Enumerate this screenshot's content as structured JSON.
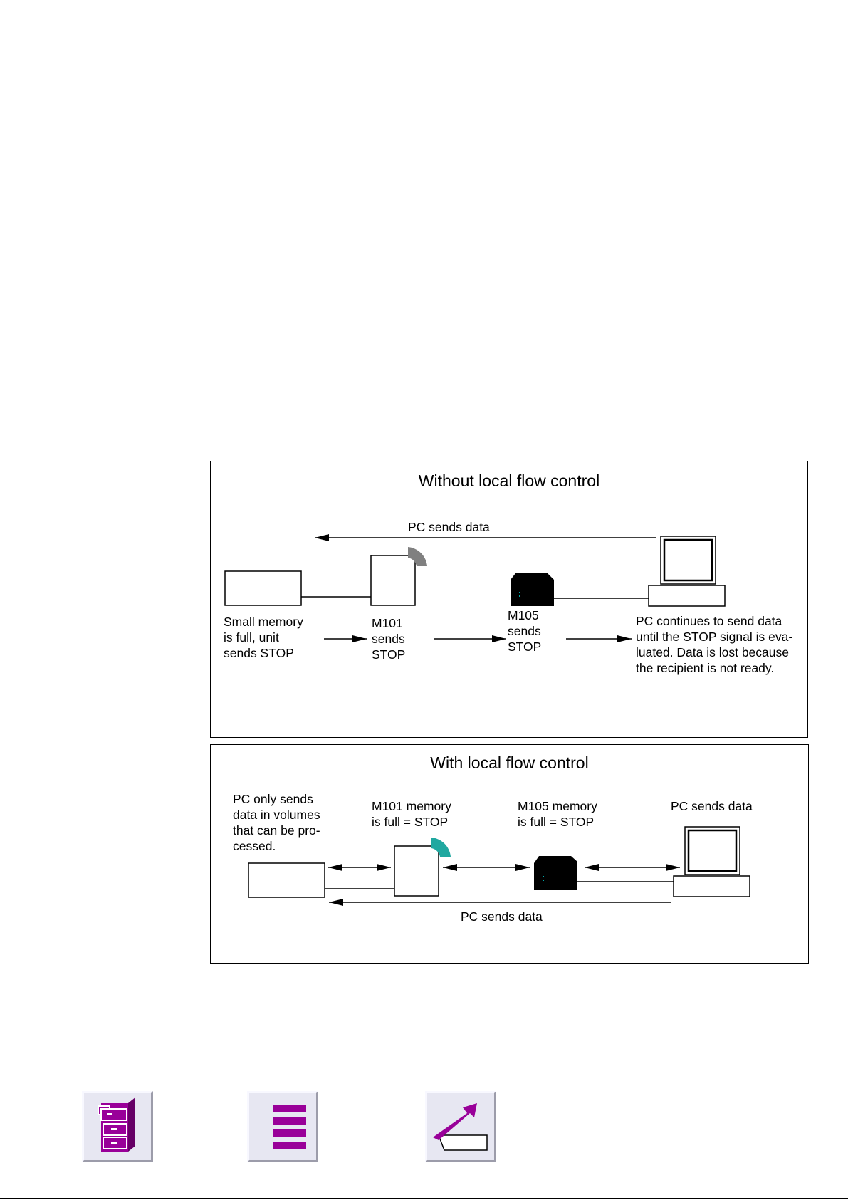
{
  "diagram_top": {
    "title": "Without local flow control",
    "pc_sends": "PC sends data",
    "small_memory": "Small memory\nis full, unit\nsends STOP",
    "m101": "M101\nsends\nSTOP",
    "m105": "M105\nsends\nSTOP",
    "pc_continues": "PC continues to send data\nuntil the STOP signal is eva-\nluated. Data is lost because\nthe recipient is not ready."
  },
  "diagram_bottom": {
    "title": "With local flow control",
    "pc_only": "PC only sends\ndata in volumes\nthat can be pro-\ncessed.",
    "m101_memory": "M101 memory\nis full = STOP",
    "m105_memory": "M105 memory\nis full = STOP",
    "pc_sends_label": "PC sends data",
    "pc_sends_bottom": "PC sends data"
  },
  "nav": {
    "btn1_icon": "file-cabinet-icon",
    "btn2_icon": "list-menu-icon",
    "btn3_icon": "return-arrow-icon",
    "accent_color": "#990099"
  }
}
